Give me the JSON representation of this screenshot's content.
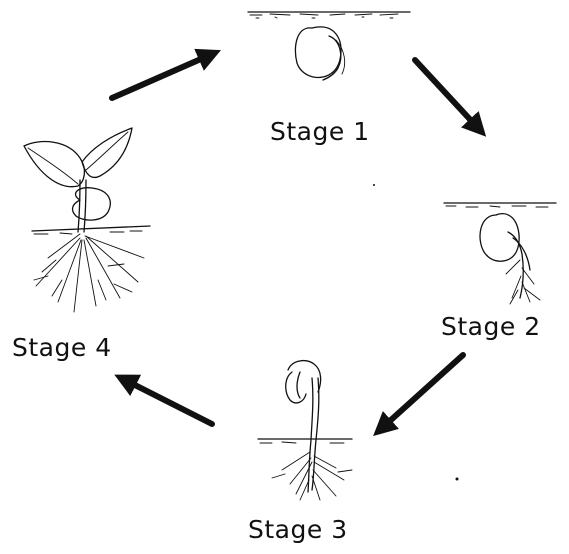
{
  "stages": [
    {
      "id": 1,
      "label": "Stage 1"
    },
    {
      "id": 2,
      "label": "Stage 2"
    },
    {
      "id": 3,
      "label": "Stage 3"
    },
    {
      "id": 4,
      "label": "Stage 4"
    }
  ],
  "cycle": [
    "Stage 1",
    "Stage 2",
    "Stage 3",
    "Stage 4"
  ],
  "colors": {
    "ink": "#111111",
    "background": "#ffffff"
  }
}
